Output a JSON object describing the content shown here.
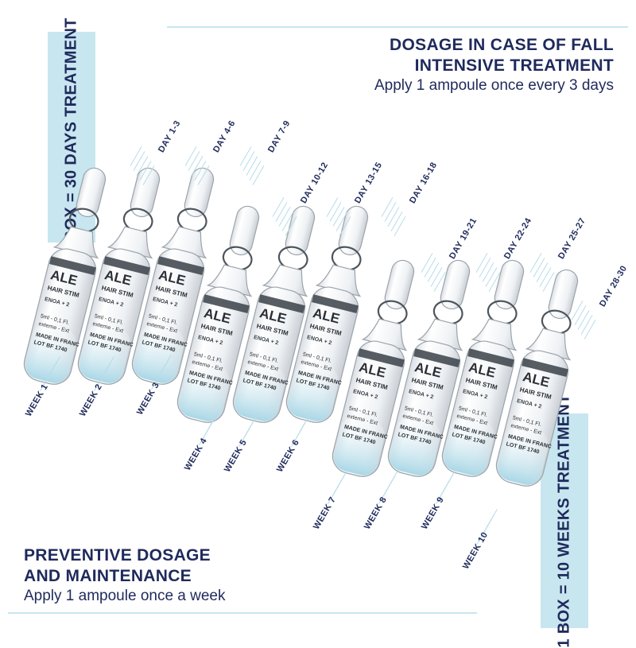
{
  "header": {
    "title_line1": "DOSAGE IN CASE OF FALL",
    "title_line2": "INTENSIVE TREATMENT",
    "subtitle": "Apply 1 ampoule once every 3 days"
  },
  "footer": {
    "title_line1": "PREVENTIVE DOSAGE",
    "title_line2": "AND MAINTENANCE",
    "subtitle": "Apply 1 ampoule once a week"
  },
  "bands": {
    "left": "1 BOX = 30 DAYS TREATMENT",
    "right": "1 BOX = 10 WEEKS TREATMENT"
  },
  "days": [
    "DAY 1-3",
    "DAY 4-6",
    "DAY 7-9",
    "DAY 10-12",
    "DAY 13-15",
    "DAY 16-18",
    "DAY 19-21",
    "DAY 22-24",
    "DAY 25-27",
    "DAY 28-30"
  ],
  "weeks": [
    "WEEK 1",
    "WEEK 2",
    "WEEK 3",
    "WEEK 4",
    "WEEK 5",
    "WEEK 6",
    "WEEK 7",
    "WEEK 8",
    "WEEK 9",
    "WEEK 10"
  ],
  "ampoule_label": {
    "brand": "ALE",
    "line1": "HAIR STIM",
    "line2": "ENOA + 2",
    "line3": "5ml - 0,1 Fl.",
    "line4": "externe - Ext",
    "line5": "MADE IN FRANC",
    "line6": "LOT BF 1740"
  },
  "colors": {
    "navy": "#1f2a5c",
    "band": "#c8e6ef",
    "liquid": "#bfe2ec"
  }
}
